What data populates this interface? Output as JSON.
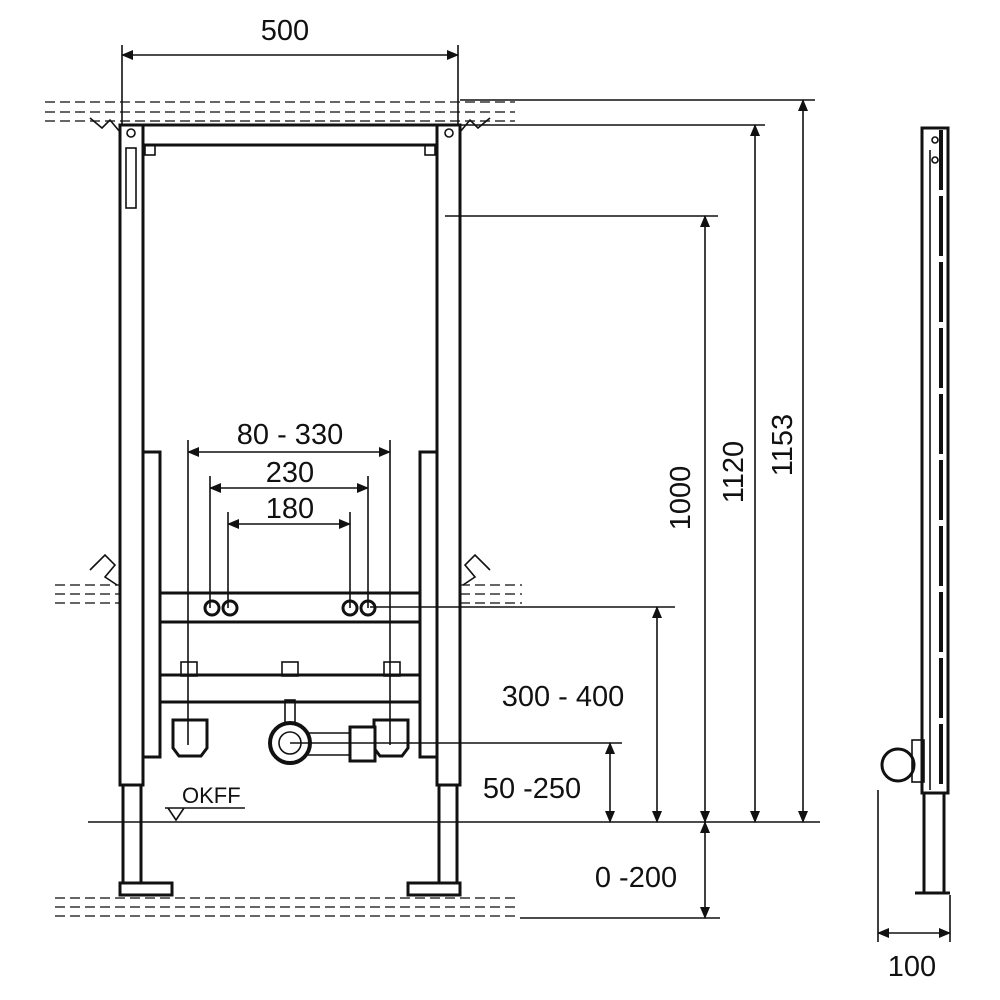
{
  "dimensions": {
    "frame_width": "500",
    "range_80_330": "80 - 330",
    "span_230": "230",
    "span_180": "180",
    "height_1000": "1000",
    "height_1120": "1120",
    "height_1153": "1153",
    "height_300_400": "300 - 400",
    "height_50_250": "50 -250",
    "foot_0_200": "0 -200",
    "depth_100": "100"
  },
  "labels": {
    "floor_level": "OKFF"
  },
  "colors": {
    "line": "#111111",
    "background": "#ffffff"
  }
}
